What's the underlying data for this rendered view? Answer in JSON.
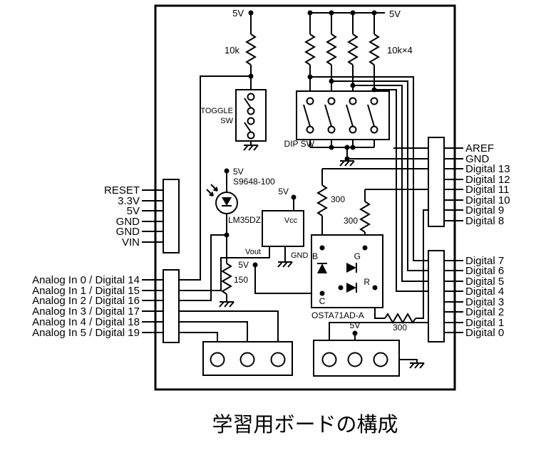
{
  "title": "学習用ボードの構成",
  "colors": {
    "line": "#000000",
    "background": "#ffffff"
  },
  "pins": {
    "left_power": [
      "RESET",
      "3.3V",
      "5V",
      "GND",
      "GND",
      "VIN"
    ],
    "left_analog": [
      "Analog In 0 / Digital 14",
      "Analog In 1 / Digital 15",
      "Analog In 2 / Digital 16",
      "Analog In 3 / Digital 17",
      "Analog In 4 / Digital 18",
      "Analog In 5 / Digital 19"
    ],
    "right_top": [
      "AREF",
      "GND",
      "Digital 13",
      "Digital 12",
      "Digital 11",
      "Digital 10",
      "Digital 9",
      "Digital 8"
    ],
    "right_bottom": [
      "Digital 7",
      "Digital 6",
      "Digital 5",
      "Digital 4",
      "Digital 3",
      "Digital 2",
      "Digital 1",
      "Digital 0"
    ]
  },
  "components": {
    "supply_top_left": "5V",
    "pullup_value": "10k",
    "toggle_line1": "TOGGLE",
    "toggle_line2": "SW",
    "dip_supply": "5V",
    "dip_pullup_value": "10k×4",
    "dip_label": "DIP SW",
    "photo_supply": "5V",
    "photo_part": "S9648-100",
    "photo_resistor": "150",
    "temp_part": "LM35DZ",
    "temp_vcc": "Vcc",
    "temp_supply": "5V",
    "temp_vout": "Vout",
    "temp_gnd": "GND",
    "led_supply": "5V",
    "led_r300_1": "300",
    "led_r300_2": "300",
    "led_r300_3": "300",
    "led_b": "B",
    "led_g": "G",
    "led_r": "R",
    "led_c": "C",
    "led_part": "OSTA71AD-A",
    "conn_supply": "5V"
  }
}
